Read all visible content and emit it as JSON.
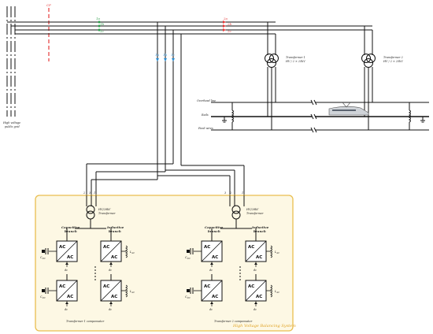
{
  "grid": {
    "label_line1": "High voltage",
    "label_line2": "public grid"
  },
  "phases": {
    "red": [
      "2a",
      "2b",
      "2c"
    ],
    "green": [
      "1a",
      "1b",
      "1c"
    ],
    "blue": [
      "1a",
      "1b",
      "1c"
    ],
    "cp": "CP"
  },
  "transformers": {
    "t1_line1": "Transformer 1",
    "t1_line2": "HV / 2 × 25kV",
    "t2_line1": "Transformer 2",
    "t2_line2": "HV / 2 × 25kV"
  },
  "rail": {
    "overhead": "Overhead line",
    "rails": "Rails",
    "feed": "Feed wires"
  },
  "hvbs": {
    "title": "High Voltage Balancing System",
    "tr1": "HV/28kV",
    "tr1b": "Transformer",
    "tr2": "HV/28kV",
    "tr2b": "Transformer",
    "comp1": "Transformer 1 compensator",
    "comp2": "Transformer 2 compensator",
    "cap_branch_1": "Capacitive",
    "cap_branch_2": "branch",
    "ind_branch_1": "Inductive",
    "ind_branch_2": "branch",
    "ac": "AC",
    "cdc": "C",
    "cdc_sub": "DC",
    "lac": "L",
    "lac_sub": "AC",
    "dc": "dc",
    "pin1": "1",
    "pin2": "2",
    "pin3": "3"
  },
  "colors": {
    "red": "#e53b3b",
    "green": "#2e9c4a",
    "blue": "#2a8fd6",
    "panel_fill": "#fdf8e4",
    "panel_border": "#e9be4f"
  }
}
